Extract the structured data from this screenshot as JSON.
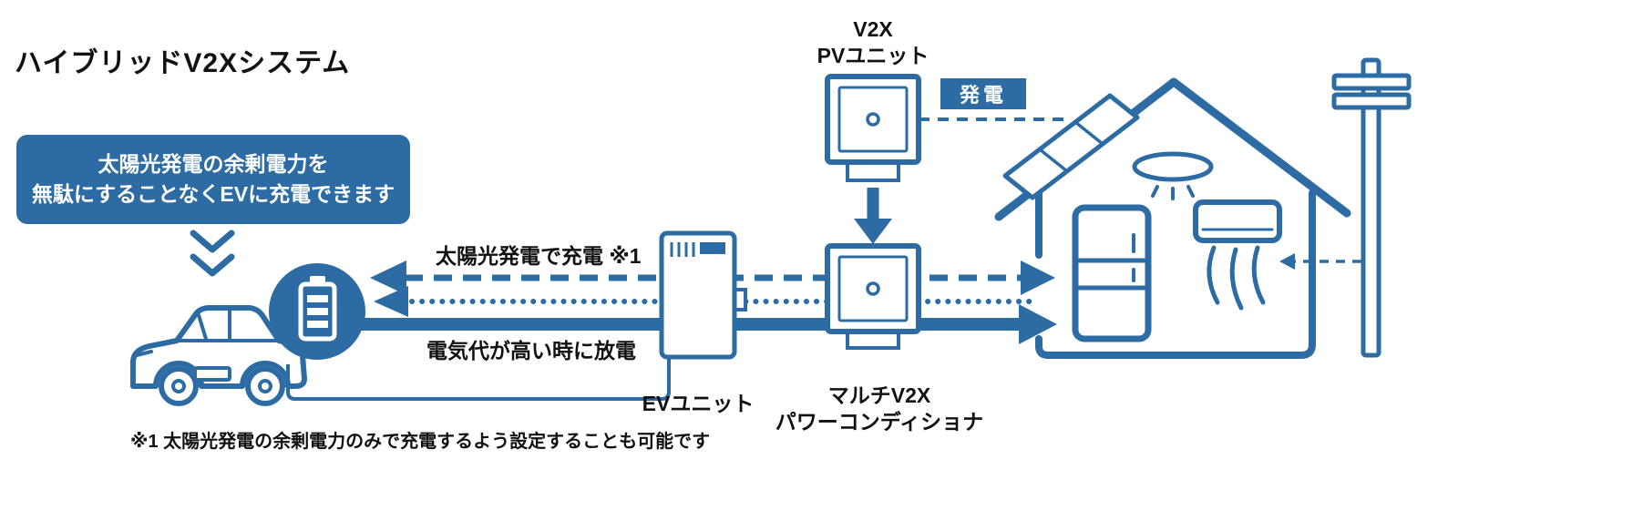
{
  "title": "ハイブリッドV2Xシステム",
  "colors": {
    "accent": "#2c6ba4",
    "text": "#111111",
    "background": "#ffffff",
    "badge_text": "#ffffff"
  },
  "callout": {
    "line1": "太陽光発電の余剰電力を",
    "line2": "無駄にすることなくEVに充電できます"
  },
  "flows": {
    "charge_label": "太陽光発電で充電 ※1",
    "discharge_label": "電気代が高い時に放電"
  },
  "units": {
    "ev_unit": "EVユニット",
    "pv_unit_line1": "V2X",
    "pv_unit_line2": "PVユニット",
    "generation_badge": "発電",
    "pcs_line1": "マルチV2X",
    "pcs_line2": "パワーコンディショナ"
  },
  "footnote": "※1 太陽光発電の余剰電力のみで充電するよう設定することも可能です",
  "icons": {
    "double-chevron-down-icon": "svg-chevrons",
    "ev-car-icon": "svg-car-outline",
    "battery-charging-icon": "svg-battery-in-circle",
    "ev-unit-box": "svg-cabinet",
    "pv-unit-box": "svg-square-unit-with-dot",
    "power-conditioner-box": "svg-square-unit-with-dot",
    "house-icon": "svg-house-outline",
    "solar-panel-icon": "svg-panel-on-roof",
    "ceiling-light-icon": "svg-ceiling-lamp",
    "refrigerator-icon": "svg-fridge",
    "air-conditioner-icon": "svg-aircon-with-airflow",
    "utility-pole-icon": "svg-pole-with-crossarms"
  }
}
